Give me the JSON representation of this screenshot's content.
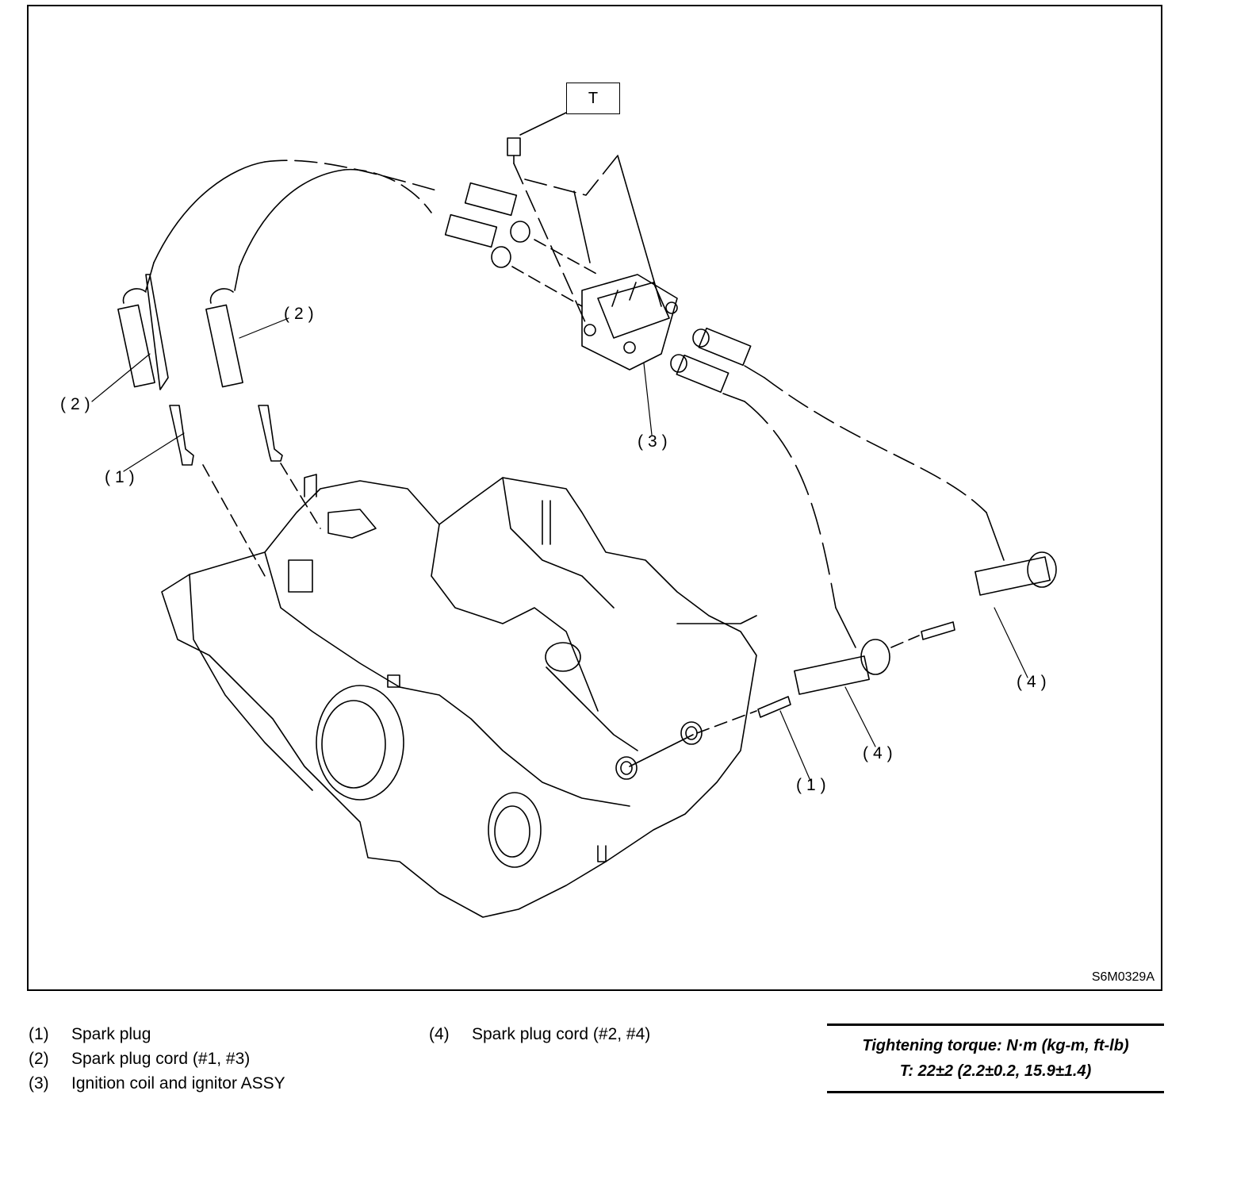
{
  "figure_id": "S6M0329A",
  "tag": {
    "label": "T"
  },
  "callouts": [
    {
      "number": "(2)"
    },
    {
      "number": "(2)"
    },
    {
      "number": "(1)"
    },
    {
      "number": "(3)"
    },
    {
      "number": "(4)"
    },
    {
      "number": "(4)"
    },
    {
      "number": "(1)"
    }
  ],
  "legend": [
    {
      "number": "(1)",
      "text": "Spark plug"
    },
    {
      "number": "(2)",
      "text": "Spark plug cord (#1, #3)"
    },
    {
      "number": "(3)",
      "text": "Ignition coil and ignitor ASSY"
    },
    {
      "number": "(4)",
      "text": "Spark plug cord (#2, #4)"
    }
  ],
  "torque": {
    "title": "Tightening torque: N·m (kg-m, ft-lb)",
    "value": "T: 22±2 (2.2±0.2, 15.9±1.4)"
  }
}
